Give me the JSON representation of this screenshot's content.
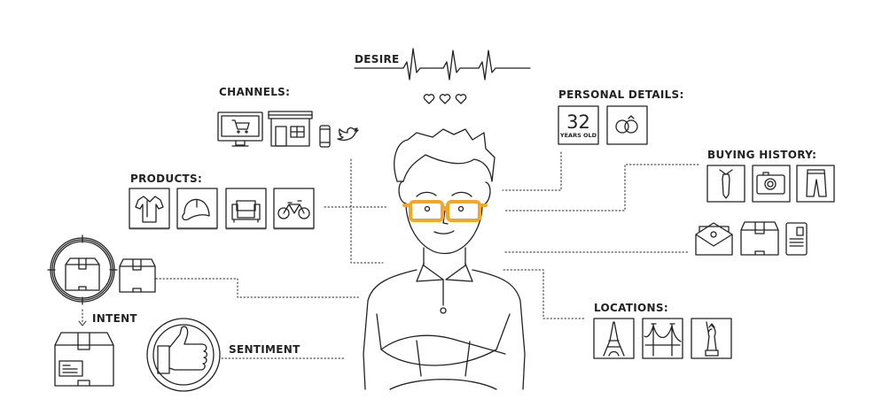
{
  "labels": {
    "desire": "DESIRE",
    "channels": "CHANNELS:",
    "products": "PRODUCTS:",
    "intent": "INTENT",
    "sentiment": "SENTIMENT",
    "personal_details": "PERSONAL DETAILS:",
    "buying_history": "BUYING HISTORY:",
    "locations": "LOCATIONS:"
  },
  "personal": {
    "age_number": "32",
    "age_text": "YEARS OLD"
  },
  "colors": {
    "line": "#222222",
    "accent": "#F5A623"
  },
  "icons": {
    "channels": [
      "monitor-cart-icon",
      "shop-icon",
      "phone-icon",
      "twitter-icon"
    ],
    "products": [
      "shirt-icon",
      "cap-icon",
      "sofa-icon",
      "bicycle-icon"
    ],
    "buying_history": [
      "tie-icon",
      "camera-icon",
      "trousers-icon"
    ],
    "contact": [
      "email-icon",
      "package-icon",
      "credit-card-icon"
    ],
    "locations": [
      "eiffel-tower-icon",
      "bridge-icon",
      "statue-of-liberty-icon"
    ]
  }
}
